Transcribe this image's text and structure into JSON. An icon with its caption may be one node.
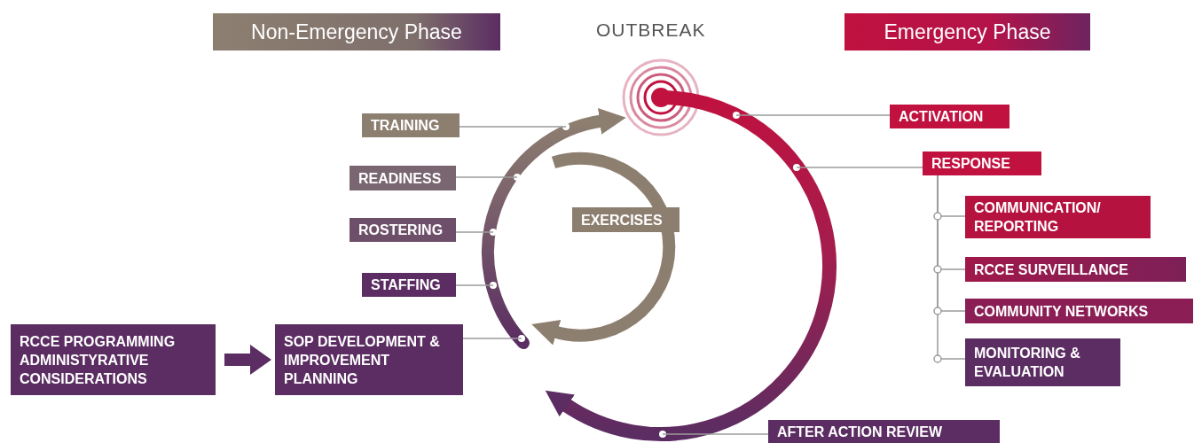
{
  "diagram": {
    "nodes": [
      {
        "text": [
          "Non-Emergency Phase"
        ]
      },
      {
        "text": [
          "Emergency Phase"
        ]
      },
      {
        "text": [
          "TRAINING"
        ]
      },
      {
        "text": [
          "READINESS"
        ]
      },
      {
        "text": [
          "ROSTERING"
        ]
      },
      {
        "text": [
          "STAFFING"
        ]
      },
      {
        "text": [
          "SOP DEVELOPMENT & IMPROVEMENT PLANNING"
        ]
      },
      {
        "text": [
          "RCCE PROGRAMMING ADMINISTYRATIVE CONSIDERATIONS"
        ]
      },
      {
        "text": [
          "EXERCISES"
        ]
      },
      {
        "text": [
          "ACTIVATION"
        ]
      },
      {
        "text": [
          "RESPONSE"
        ]
      },
      {
        "text": [
          "COMMUNICATION/ REPORTING"
        ]
      },
      {
        "text": [
          "RCCE SURVEILLANCE"
        ]
      },
      {
        "text": [
          "COMMUNITY NETWORKS"
        ]
      },
      {
        "text": [
          "MONITORING & EVALUATION"
        ]
      },
      {
        "text": [
          "AFTER ACTION REVIEW"
        ]
      }
    ],
    "edges": [
      {
        "from": 7,
        "to": 6,
        "arrow": "to",
        "style": "thick",
        "color": "#5b2d62"
      },
      {
        "from": 2,
        "to": null,
        "arrow": "none"
      },
      {
        "from": 3,
        "to": null,
        "arrow": "none"
      },
      {
        "from": 4,
        "to": null,
        "arrow": "none"
      },
      {
        "from": 5,
        "to": null,
        "arrow": "none"
      },
      {
        "from": 6,
        "to": null,
        "arrow": "none"
      },
      {
        "from": 9,
        "to": null,
        "arrow": "none"
      },
      {
        "from": 10,
        "to": null,
        "arrow": "none"
      },
      {
        "from": 15,
        "to": null,
        "arrow": "none"
      },
      {
        "from": 10,
        "to": 11,
        "arrow": "none"
      },
      {
        "from": 10,
        "to": 12,
        "arrow": "none"
      },
      {
        "from": 10,
        "to": 13,
        "arrow": "none"
      },
      {
        "from": 10,
        "to": 14,
        "arrow": "none"
      }
    ],
    "labels": [
      "OUTBREAK"
    ]
  }
}
